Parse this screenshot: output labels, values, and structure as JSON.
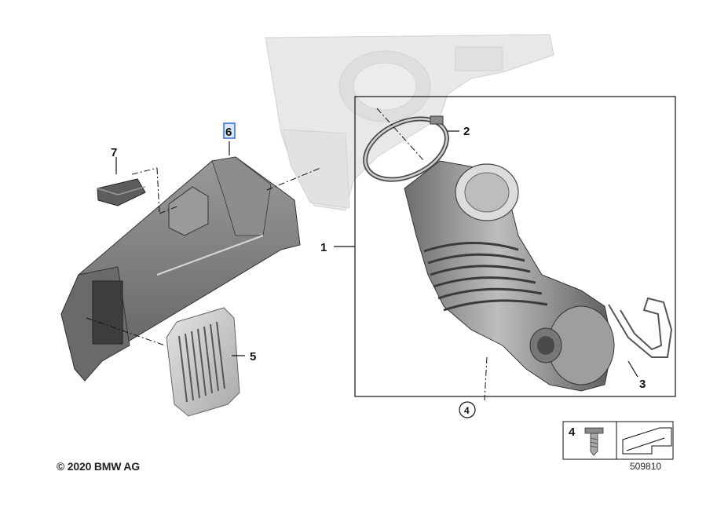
{
  "callouts": {
    "c1": "1",
    "c2": "2",
    "c3": "3",
    "c4": "4",
    "c5": "5",
    "c6": "6",
    "c7": "7"
  },
  "legend_box": {
    "part_number": "4"
  },
  "footer": {
    "copyright": "© 2020 BMW AG",
    "diagram_number": "509810"
  },
  "colors": {
    "part_fill": "#c9c9c9",
    "part_shadow": "#7d7d7d",
    "ghost_part": "#e6e6e6",
    "highlight": "#2f6fd6",
    "line": "#111111"
  }
}
